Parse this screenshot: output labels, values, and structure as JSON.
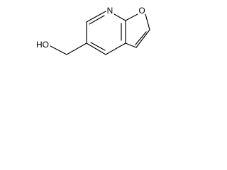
{
  "molecule": {
    "atoms": {
      "nitrogen": "N",
      "ring_oxygen": "O",
      "hydroxyl": "HO"
    }
  },
  "colors": {
    "background": "#ffffff",
    "ink": "#000000"
  }
}
